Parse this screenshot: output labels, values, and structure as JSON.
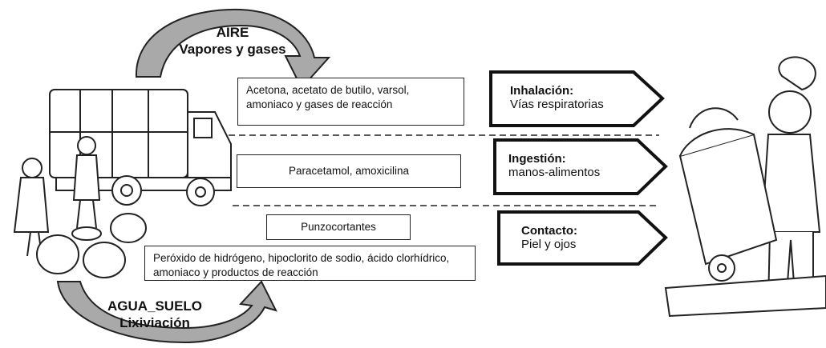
{
  "aire": {
    "title": "AIRE",
    "subtitle": "Vapores y gases"
  },
  "agua": {
    "title": "AGUA_SUELO",
    "subtitle": "Lixiviación"
  },
  "substances": {
    "air_box": "Acetona, acetato de butilo, varsol, amoniaco y gases de reacción",
    "ingestion_box": "Paracetamol, amoxicilina",
    "sharps_box": "Punzocortantes",
    "chemicals_box": "Peróxido de hidrógeno, hipoclorito de sodio, ácido clorhídrico, amoniaco y productos de reacción"
  },
  "routes": [
    {
      "title": "Inhalación:",
      "detail": "Vías respiratorias"
    },
    {
      "title": "Ingestión:",
      "detail": "manos-alimentos"
    },
    {
      "title": "Contacto:",
      "detail": "Piel y ojos"
    }
  ],
  "colors": {
    "arrow_fill": "#a9a9a9",
    "line": "#222222",
    "background": "#ffffff"
  },
  "icons": [
    "garbage-truck-illustration",
    "waste-collectors-illustration",
    "garbage-bin-worker-illustration"
  ]
}
